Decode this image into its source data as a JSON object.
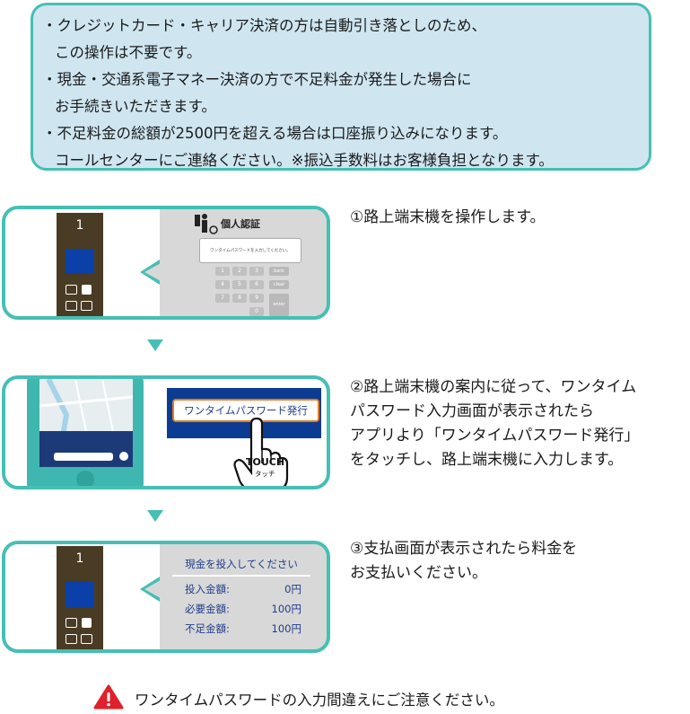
{
  "notice": {
    "lines": [
      "・クレジットカード・キャリア決済の方は自動引き落としのため、",
      "この操作は不要です。",
      "・現金・交通系電子マネー決済の方で不足料金が発生した場合に",
      "お手続きいただきます。",
      "・不足料金の総額が2500円を超える場合は口座振り込みになります。",
      "コールセンターにご連絡ください。※振込手数料はお客様負担となります。"
    ]
  },
  "terminal_number": "1",
  "panel1": {
    "auth_title": "個人認証",
    "prompt": "ワンタイムパスワードを入力してください。",
    "keys": [
      "1",
      "2",
      "3",
      "4",
      "5",
      "6",
      "7",
      "8",
      "9",
      "0"
    ],
    "back": "back",
    "clear": "clear",
    "enter": "enter"
  },
  "panel2": {
    "button_label": "ワンタイムパスワード発行",
    "touch": "TOUCH",
    "touch_kana": "タッチ"
  },
  "panel3": {
    "title": "現金を投入してください",
    "rows": [
      {
        "label": "投入金額:",
        "value": "0円"
      },
      {
        "label": "必要金額:",
        "value": "100円"
      },
      {
        "label": "不足金額:",
        "value": "100円"
      }
    ]
  },
  "steps": {
    "step1": [
      "①路上端末機を操作します。"
    ],
    "step2": [
      "②路上端末機の案内に従って、ワンタイム",
      "パスワード入力画面が表示されたら",
      "アプリより「ワンタイムパスワード発行」",
      "をタッチし、路上端末機に入力します。"
    ],
    "step3": [
      "③支払画面が表示されたら料金を",
      "お支払いください。"
    ]
  },
  "warning": "ワンタイムパスワードの入力間違えにご注意ください。",
  "colors": {
    "accent": "#46bfb4",
    "notice_bg": "#cfe6f1",
    "device": "#4a3b24",
    "screen_blue": "#0b40a8",
    "warning_red": "#e0202a",
    "button_orange": "#e87b1e"
  }
}
